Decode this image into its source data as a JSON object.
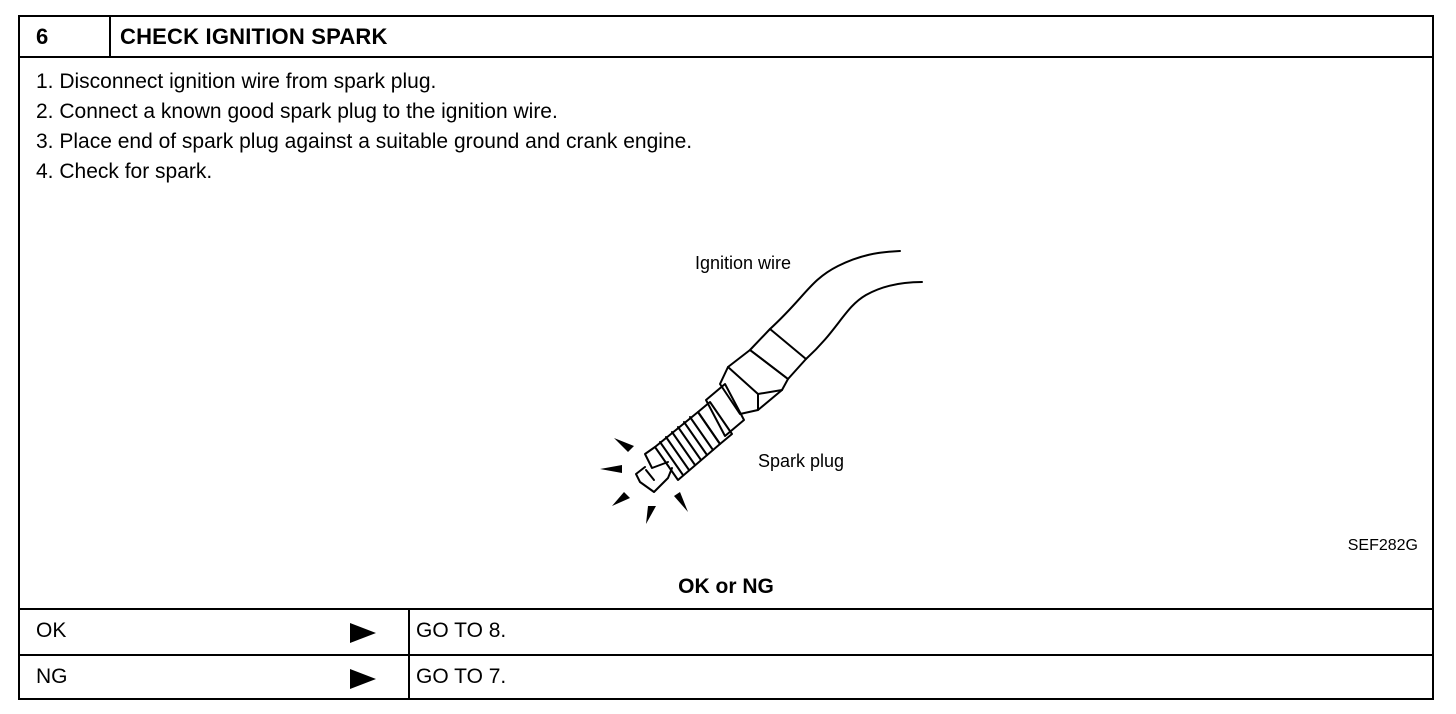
{
  "header": {
    "step_number": "6",
    "title": "CHECK IGNITION SPARK"
  },
  "steps": [
    "1. Disconnect ignition wire from spark plug.",
    "2. Connect a known good spark plug to the ignition wire.",
    "3. Place end of spark plug against a suitable ground and crank engine.",
    "4. Check for spark."
  ],
  "figure": {
    "wire_label": "Ignition wire",
    "plug_label": "Spark plug",
    "code": "SEF282G"
  },
  "result": {
    "question": "OK or NG",
    "rows": [
      {
        "label": "OK",
        "arrow_icon": "right-triangle-icon",
        "action": "GO TO 8."
      },
      {
        "label": "NG",
        "arrow_icon": "right-triangle-icon",
        "action": "GO TO 7."
      }
    ]
  }
}
